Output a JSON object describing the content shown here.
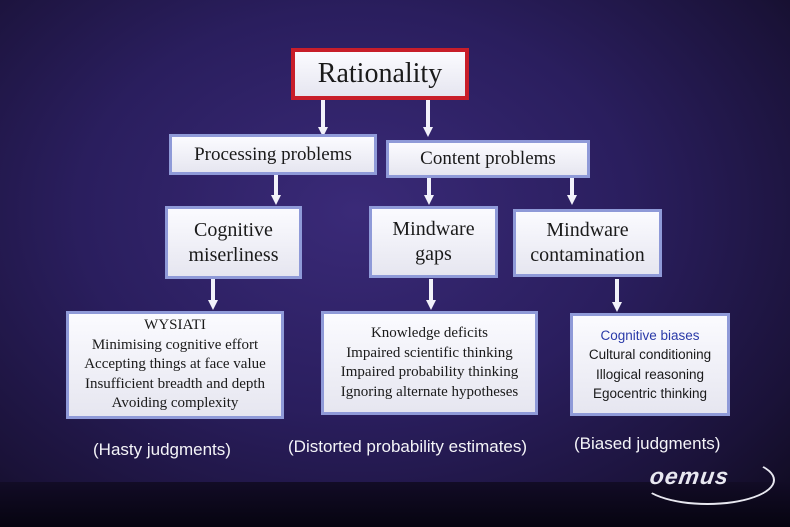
{
  "root": "Rationality",
  "level1": {
    "processing": "Processing problems",
    "content": "Content problems"
  },
  "level2": {
    "miserliness": [
      "Cognitive",
      "miserliness"
    ],
    "gaps": [
      "Mindware",
      "gaps"
    ],
    "contamination": [
      "Mindware",
      "contamination"
    ]
  },
  "level3": {
    "miserliness_items": [
      "WYSIATI",
      "Minimising cognitive effort",
      "Accepting things at face value",
      "Insufficient breadth and depth",
      "Avoiding complexity"
    ],
    "gaps_items": [
      "Knowledge deficits",
      "Impaired scientific thinking",
      "Impaired probability thinking",
      "Ignoring alternate hypotheses"
    ],
    "contamination_items": [
      "Cognitive biases",
      "Cultural conditioning",
      "Illogical reasoning",
      "Egocentric thinking"
    ]
  },
  "captions": {
    "hasty": "(Hasty judgments)",
    "distorted": "(Distorted probability estimates)",
    "biased": "(Biased judgments)"
  },
  "logo": "oemus",
  "colors": {
    "root_border": "#c81e2a",
    "box_border": "#8f9ad8",
    "accent_text": "#2a3aa8"
  }
}
